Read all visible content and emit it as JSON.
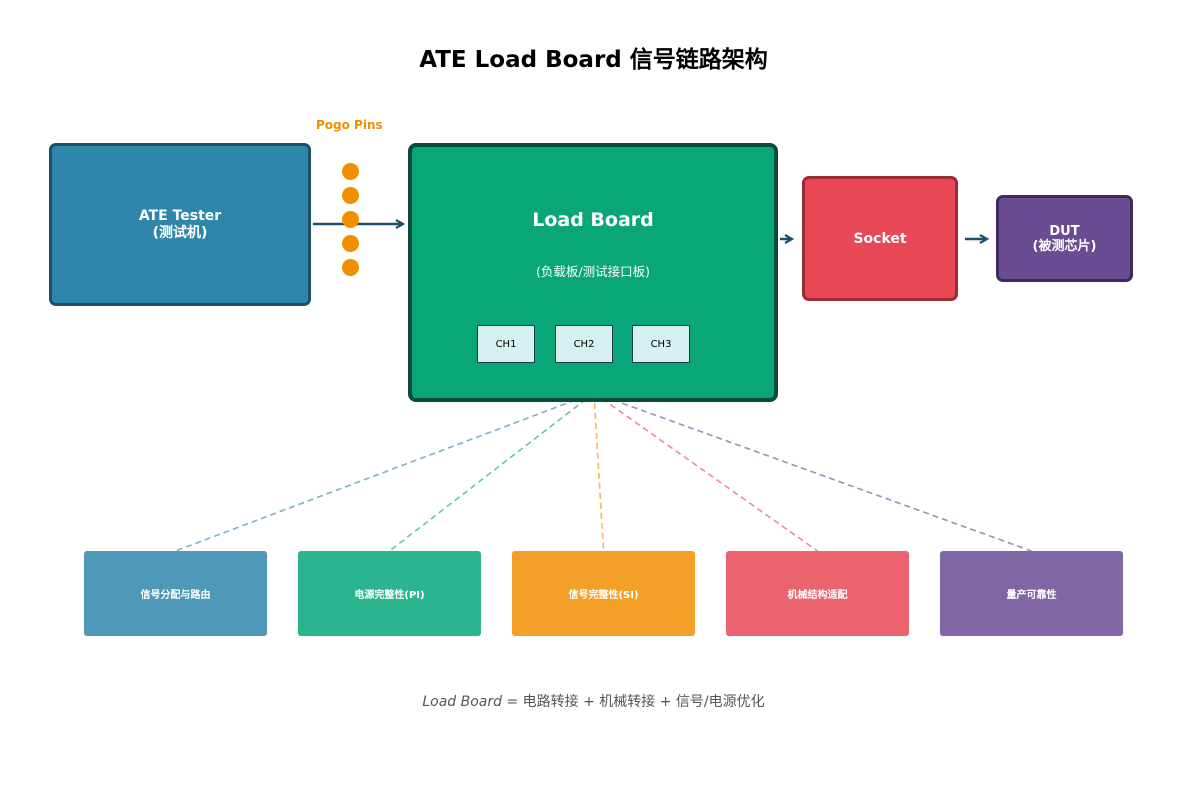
{
  "title": "ATE Load Board 信号链路架构",
  "ate": {
    "line1": "ATE Tester",
    "line2": "(测试机)"
  },
  "pogo": {
    "label": "Pogo Pins"
  },
  "load_board": {
    "title": "Load Board",
    "subtitle": "(负载板/测试接口板)",
    "channels": [
      "CH1",
      "CH2",
      "CH3"
    ]
  },
  "socket": {
    "label": "Socket"
  },
  "dut": {
    "line1": "DUT",
    "line2": "(被测芯片)"
  },
  "functions": [
    {
      "label": "信号分配与路由",
      "color": "#4e98b8"
    },
    {
      "label": "电源完整性(PI)",
      "color": "#2bb58f"
    },
    {
      "label": "信号完整性(SI)",
      "color": "#f2a027"
    },
    {
      "label": "机械结构适配",
      "color": "#ec6370"
    },
    {
      "label": "量产可靠性",
      "color": "#8166a5"
    }
  ],
  "footer": {
    "italic": "Load Board",
    "rest": " = 电路转接 + 机械转接 + 信号/电源优化"
  },
  "colors": {
    "ate": "#2e86ab",
    "load_board": "#09a678",
    "socket": "#e84855",
    "dut": "#6a4c93",
    "pogo": "#f18f01",
    "arrow": "#1b4f6b"
  }
}
